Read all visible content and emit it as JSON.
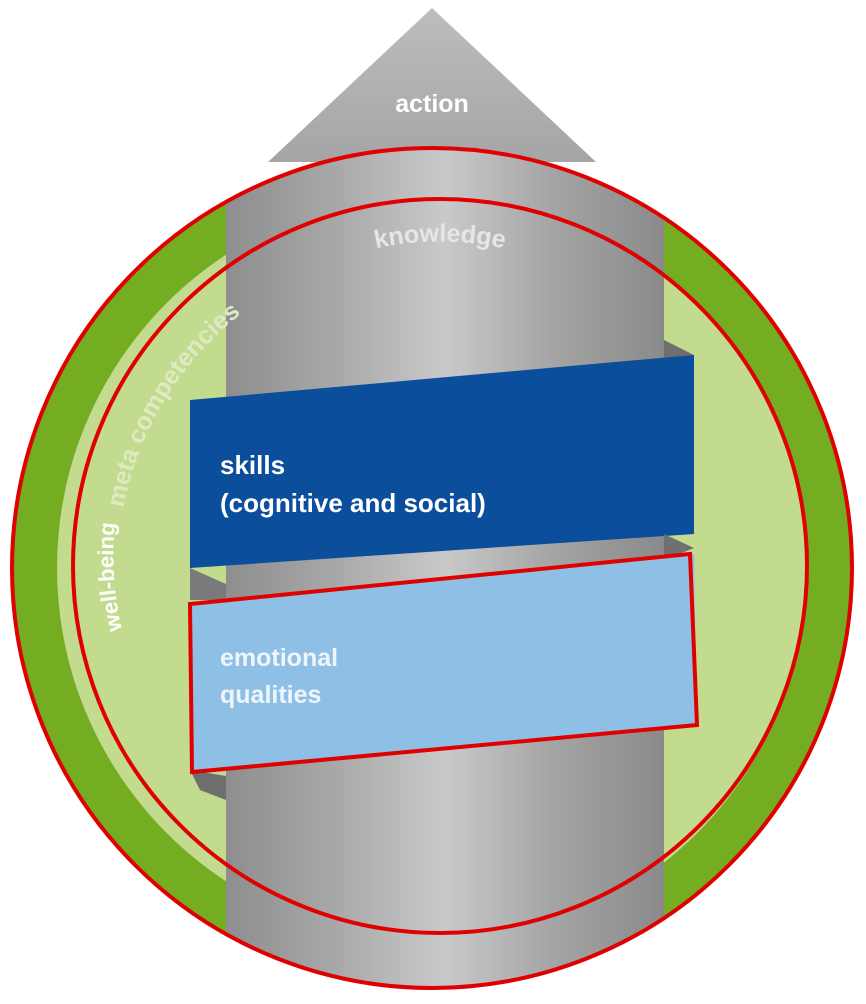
{
  "diagram": {
    "labels": {
      "action": "action",
      "knowledge": "knowledge",
      "meta_competencies": "meta competencies",
      "well_being": "well-being",
      "skills_line1": "skills",
      "skills_line2": "(cognitive and social)",
      "emotional_line1": "emotional",
      "emotional_line2": "qualities"
    },
    "colors": {
      "outer_ring_green": "#74ad22",
      "inner_ring_light_green": "#c2db8e",
      "pillar_gray": "#a9a9a9",
      "arrow_gray": "#b3b3b3",
      "skills_blue": "#0b4f9c",
      "emotional_light_blue": "#8ec0e6",
      "highlight_red": "#e00000",
      "label_white": "#ffffff",
      "label_light_green": "#dcebc2",
      "label_knowledge": "#e6e6e6",
      "label_emotional": "#eef6fc"
    },
    "highlights": [
      "outer-ring-outline",
      "inner-circle-outline",
      "emotional-qualities-box-outline"
    ]
  }
}
